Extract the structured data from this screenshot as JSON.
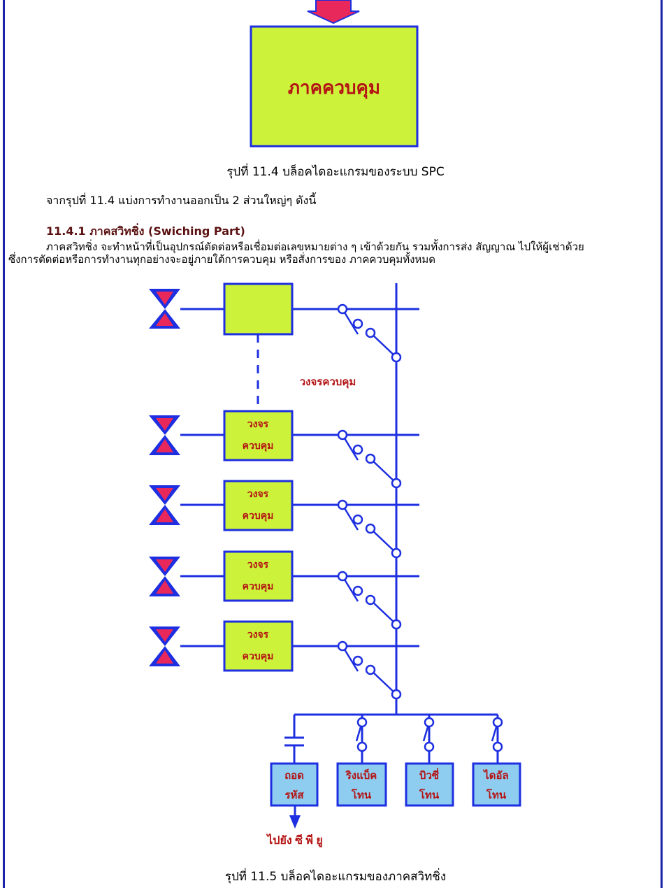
{
  "figure_11_4": {
    "block_label": "ภาคควบคุม",
    "caption": "รุปที่ 11.4 บล็อคไดอะแกรมของระบบ SPC"
  },
  "intro_text": "จากรุปที่ 11.4 แบ่งการทำงานออกเป็น 2 ส่วนใหญ่ๆ ดังนี้",
  "section": {
    "heading": "11.4.1 ภาคสวิทชิ่ง (Swiching Part)",
    "body_line1": "ภาคสวิทชิ่ง จะทำหน้าที่เป็นอุปกรณ์ตัดต่อหรือเชื่อมต่อเลขหมายต่าง ๆ เข้าด้วยกัน รวมทั้งการส่ง สัญญาณ ไปให้ผู้เช่าด้วย",
    "body_line2": "ซึ่งการตัดต่อหรือการทำงานทุกอย่างจะอยู่ภายใต้การควบคุม หรือสั่งการของ ภาคควบคุมทั้งหมด"
  },
  "figure_11_5": {
    "control_circuit_label": "วงจรควบคุม",
    "circuit_blocks": [
      {
        "line1": "วงจร",
        "line2": "ควบคุม"
      },
      {
        "line1": "วงจร",
        "line2": "ควบคุม"
      },
      {
        "line1": "วงจร",
        "line2": "ควบคุม"
      },
      {
        "line1": "วงจร",
        "line2": "ควบคุม"
      }
    ],
    "tone_boxes": [
      {
        "line1": "ถอด",
        "line2": "รหัส"
      },
      {
        "line1": "ริงแบ็ค",
        "line2": "โทน"
      },
      {
        "line1": "บิวซี่",
        "line2": "โทน"
      },
      {
        "line1": "ไดอัล",
        "line2": "โทน"
      }
    ],
    "output_label": "ไปยัง ซี พี ยู",
    "caption": "รุปที่ 11.5 บล็อคไดอะแกรมของภาคสวิทชิ่ง"
  },
  "colors": {
    "line_blue": "#1d2fe0",
    "block_green": "#ccf23a",
    "tone_box": "#8ecdf0",
    "arrow_red": "#e8285a",
    "label_red": "#b41414",
    "hourglass_magenta": "#e8285a"
  }
}
